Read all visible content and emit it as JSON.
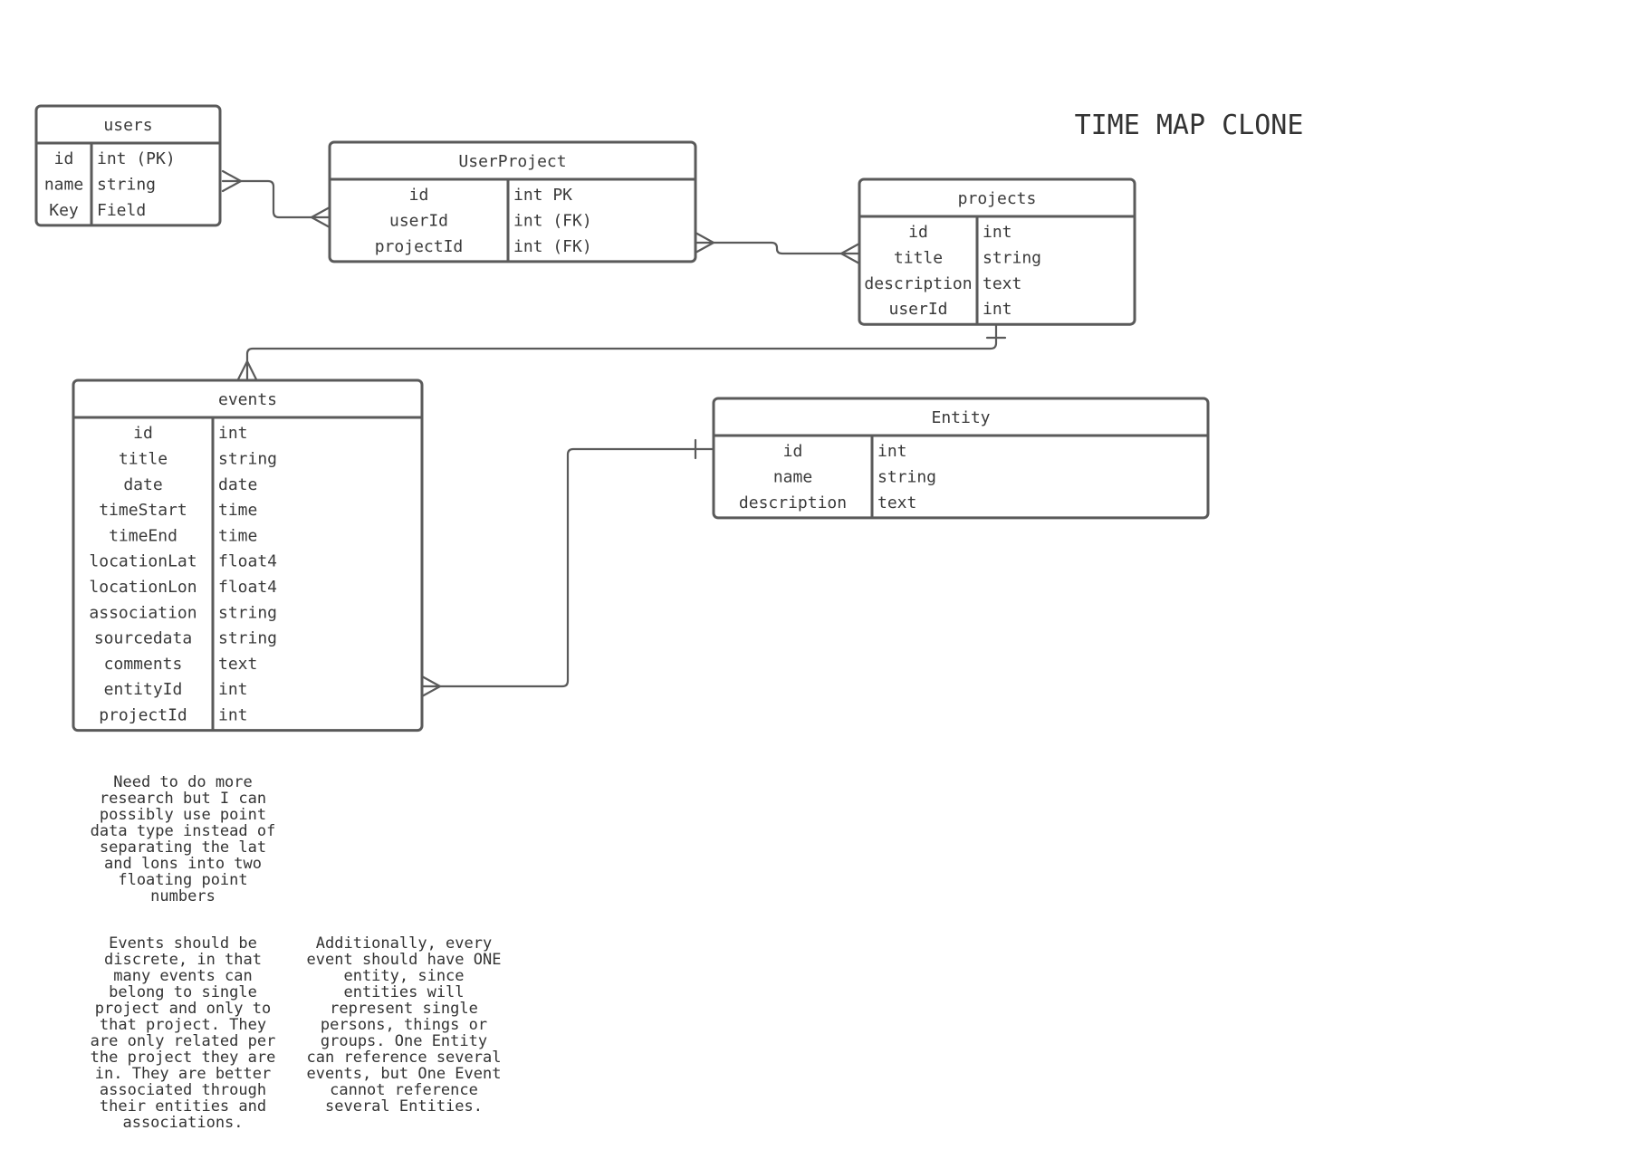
{
  "title": "TIME MAP CLONE",
  "entities": [
    {
      "key": "users",
      "name": "users",
      "fields": [
        {
          "name": "id",
          "type": "int (PK)"
        },
        {
          "name": "name",
          "type": "string"
        },
        {
          "name": "Key",
          "type": "Field"
        }
      ]
    },
    {
      "key": "userproject",
      "name": "UserProject",
      "fields": [
        {
          "name": "id",
          "type": "int PK"
        },
        {
          "name": "userId",
          "type": "int (FK)"
        },
        {
          "name": "projectId",
          "type": "int (FK)"
        }
      ]
    },
    {
      "key": "projects",
      "name": "projects",
      "fields": [
        {
          "name": "id",
          "type": "int"
        },
        {
          "name": "title",
          "type": "string"
        },
        {
          "name": "description",
          "type": "text"
        },
        {
          "name": "userId",
          "type": "int"
        }
      ]
    },
    {
      "key": "events",
      "name": "events",
      "fields": [
        {
          "name": "id",
          "type": "int"
        },
        {
          "name": "title",
          "type": "string"
        },
        {
          "name": "date",
          "type": "date"
        },
        {
          "name": "timeStart",
          "type": "time"
        },
        {
          "name": "timeEnd",
          "type": "time"
        },
        {
          "name": "locationLat",
          "type": "float4"
        },
        {
          "name": "locationLon",
          "type": "float4"
        },
        {
          "name": "association",
          "type": "string"
        },
        {
          "name": "sourcedata",
          "type": "string"
        },
        {
          "name": "comments",
          "type": "text"
        },
        {
          "name": "entityId",
          "type": "int"
        },
        {
          "name": "projectId",
          "type": "int"
        }
      ]
    },
    {
      "key": "entity",
      "name": "Entity",
      "fields": [
        {
          "name": "id",
          "type": "int"
        },
        {
          "name": "name",
          "type": "string"
        },
        {
          "name": "description",
          "type": "text"
        }
      ]
    }
  ],
  "notes": [
    {
      "key": "location-note",
      "lines": [
        "Need to do more",
        "research but I can",
        "possibly use point",
        "data type instead of",
        "separating the lat",
        "and lons into two",
        "floating point",
        "numbers"
      ]
    },
    {
      "key": "events-discrete-note",
      "lines": [
        "Events should be",
        "discrete, in that",
        "many events can",
        "belong to single",
        "project and only to",
        "that project. They",
        "are only related per",
        "the project they are",
        "in. They are better",
        "associated through",
        "their entities and",
        "associations."
      ]
    },
    {
      "key": "entity-note",
      "lines": [
        "Additionally, every",
        "event should have ONE",
        "entity, since",
        "entities will",
        "represent single",
        "persons, things or",
        "groups. One Entity",
        "can reference several",
        "events, but One Event",
        "cannot reference",
        "several Entities."
      ]
    }
  ]
}
